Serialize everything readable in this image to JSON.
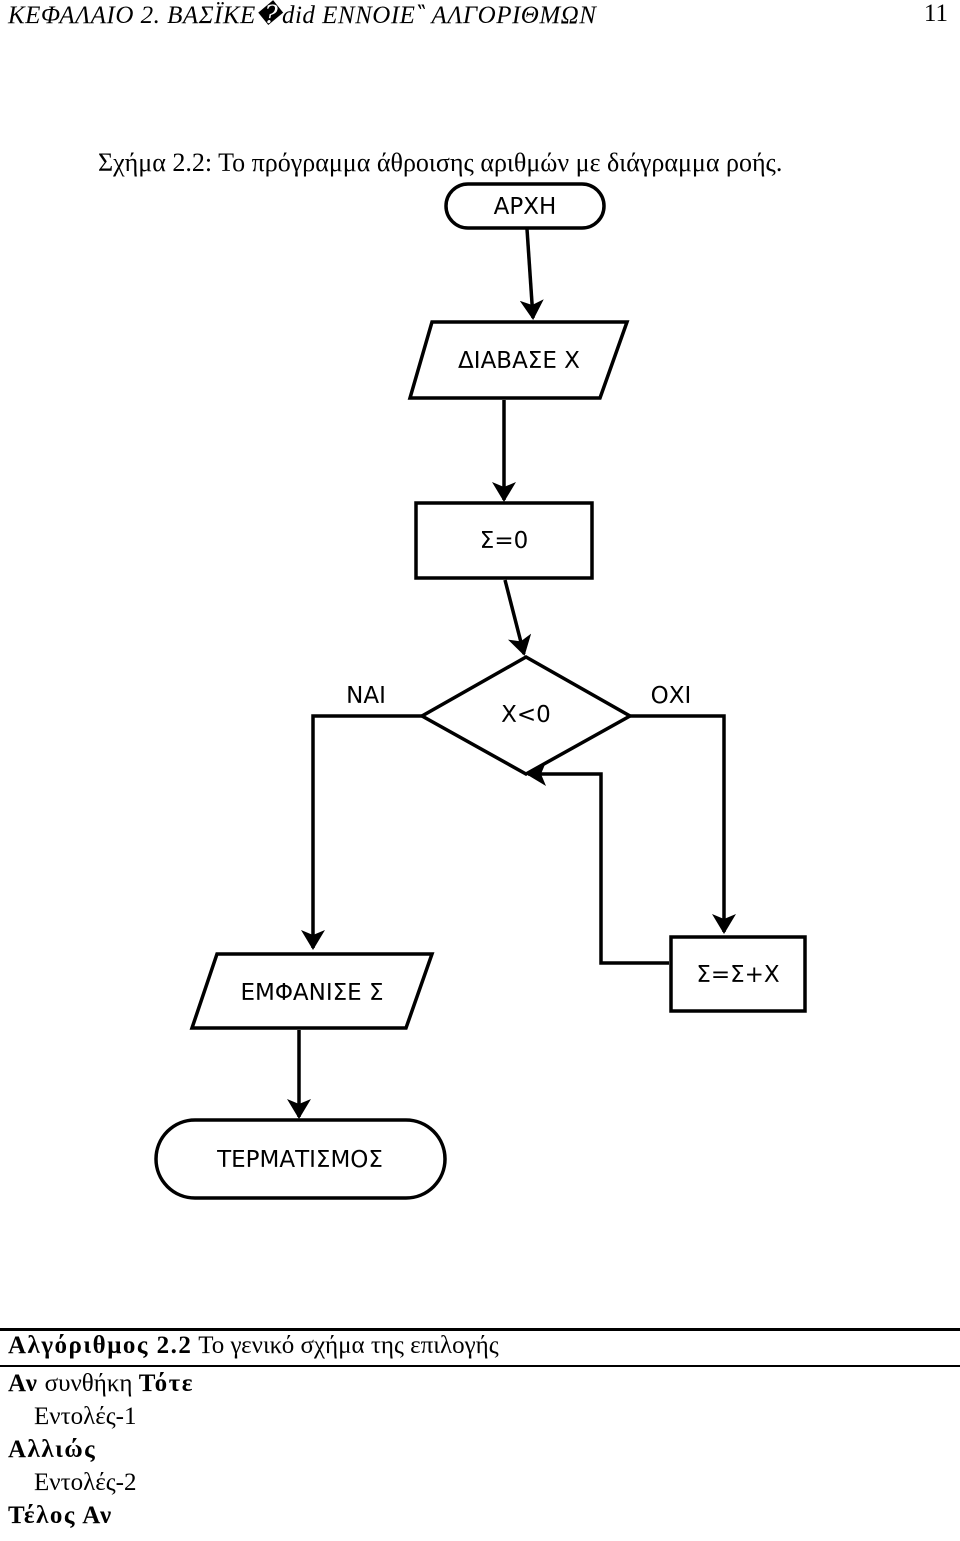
{
  "header": {
    "chapter": "ΚΕΦΑΛΑΙΟ 2.  ΒΑΣΪΚΕ�did ΕΝΝΟΙΕ‶ ΑΛΓΟΡΙΘΜΩΝ",
    "page_number": "11"
  },
  "caption": "Σχήμα 2.2: Το πρόγραμμα άθροισης αριθμών με διάγραμμα ροής.",
  "flowchart": {
    "start": "ΑΡΧΗ",
    "read": "ΔΙΑΒΑΣΕ Χ",
    "init": "Σ=0",
    "condition": "Χ<0",
    "yes_label": "ΝΑΙ",
    "no_label": "ΟΧΙ",
    "display": "ΕΜΦΑΝΙΣΕ Σ",
    "add": "Σ=Σ+Χ",
    "end": "ΤΕΡΜΑΤΙΣΜΟΣ"
  },
  "algorithm": {
    "title_bold": "Αλγόριθμος 2.2",
    "title_rest": " Το γενικό σχήμα της επιλογής",
    "if_kw": "Αν",
    "condition_text": " συνθήκη ",
    "then_kw": "Τότε",
    "commands_1": "Εντολές-1",
    "else_kw": "Αλλιώς",
    "commands_2": "Εντολές-2",
    "end_if_kw": "Τέλος Αν"
  }
}
